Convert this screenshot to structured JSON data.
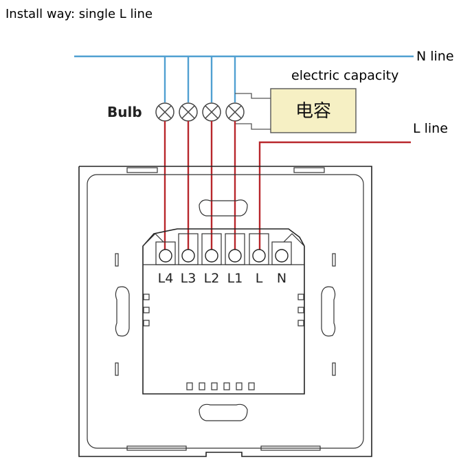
{
  "title": "Install way: single L line",
  "labels": {
    "n_line": "N line",
    "l_line": "L line",
    "electric_capacity": "electric capacity",
    "bulb": "Bulb",
    "capacitor_chinese": "电容"
  },
  "terminals": [
    "L4",
    "L3",
    "L2",
    "L1",
    "L",
    "N"
  ],
  "colors": {
    "neutral_wire": "#4f9fd1",
    "live_wire": "#b8262b",
    "capacitor_fill": "#f6f0c4"
  }
}
